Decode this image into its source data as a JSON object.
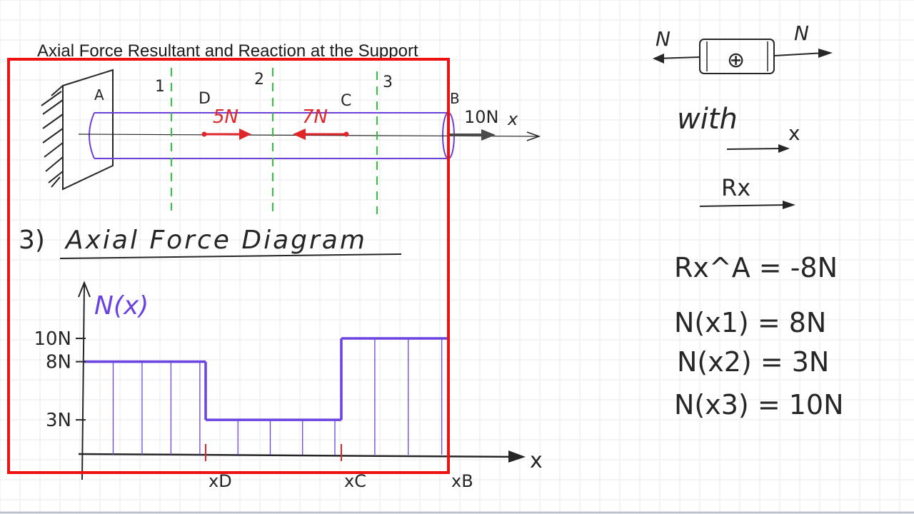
{
  "title": "Axial Force Resultant and Reaction at the Support",
  "colors": {
    "grid": "#e6e9ee",
    "ink": "#262626",
    "beam": "#6f3fd9",
    "load": "#e0262b",
    "green": "#2fc63a",
    "frame": "#ee1111",
    "diagram": "#6a43e0"
  },
  "beam": {
    "point_a": "A",
    "point_b": "B",
    "point_c": "C",
    "point_d": "D",
    "section_1": "1",
    "section_2": "2",
    "section_3": "3",
    "load_d": "5N",
    "load_c": "7N",
    "end_load": "10N",
    "axis_x": "x"
  },
  "heading": {
    "number": "3)",
    "text": "Axial Force Diagram"
  },
  "chart_data": {
    "type": "area",
    "title": "N(x)",
    "ylabel": "N(x)",
    "xlabel": "x",
    "y_ticks": [
      "10N",
      "8N",
      "3N"
    ],
    "x_ticks": [
      "xD",
      "xC",
      "xB"
    ],
    "series": [
      {
        "name": "N(x)",
        "segments": [
          {
            "from": "0",
            "to": "xD",
            "value": 8
          },
          {
            "from": "xD",
            "to": "xC",
            "value": 3
          },
          {
            "from": "xC",
            "to": "xB",
            "value": 10
          }
        ]
      }
    ]
  },
  "side_notes": {
    "element_n_left": "N",
    "element_n_right": "N",
    "element_sign": "⊕",
    "with_label": "with",
    "with_axis": "x",
    "rx_label": "Rx",
    "rxa": "Rx^A = -8N",
    "n1": "N(x1) = 8N",
    "n2": "N(x2) = 3N",
    "n3": "N(x3) = 10N"
  }
}
